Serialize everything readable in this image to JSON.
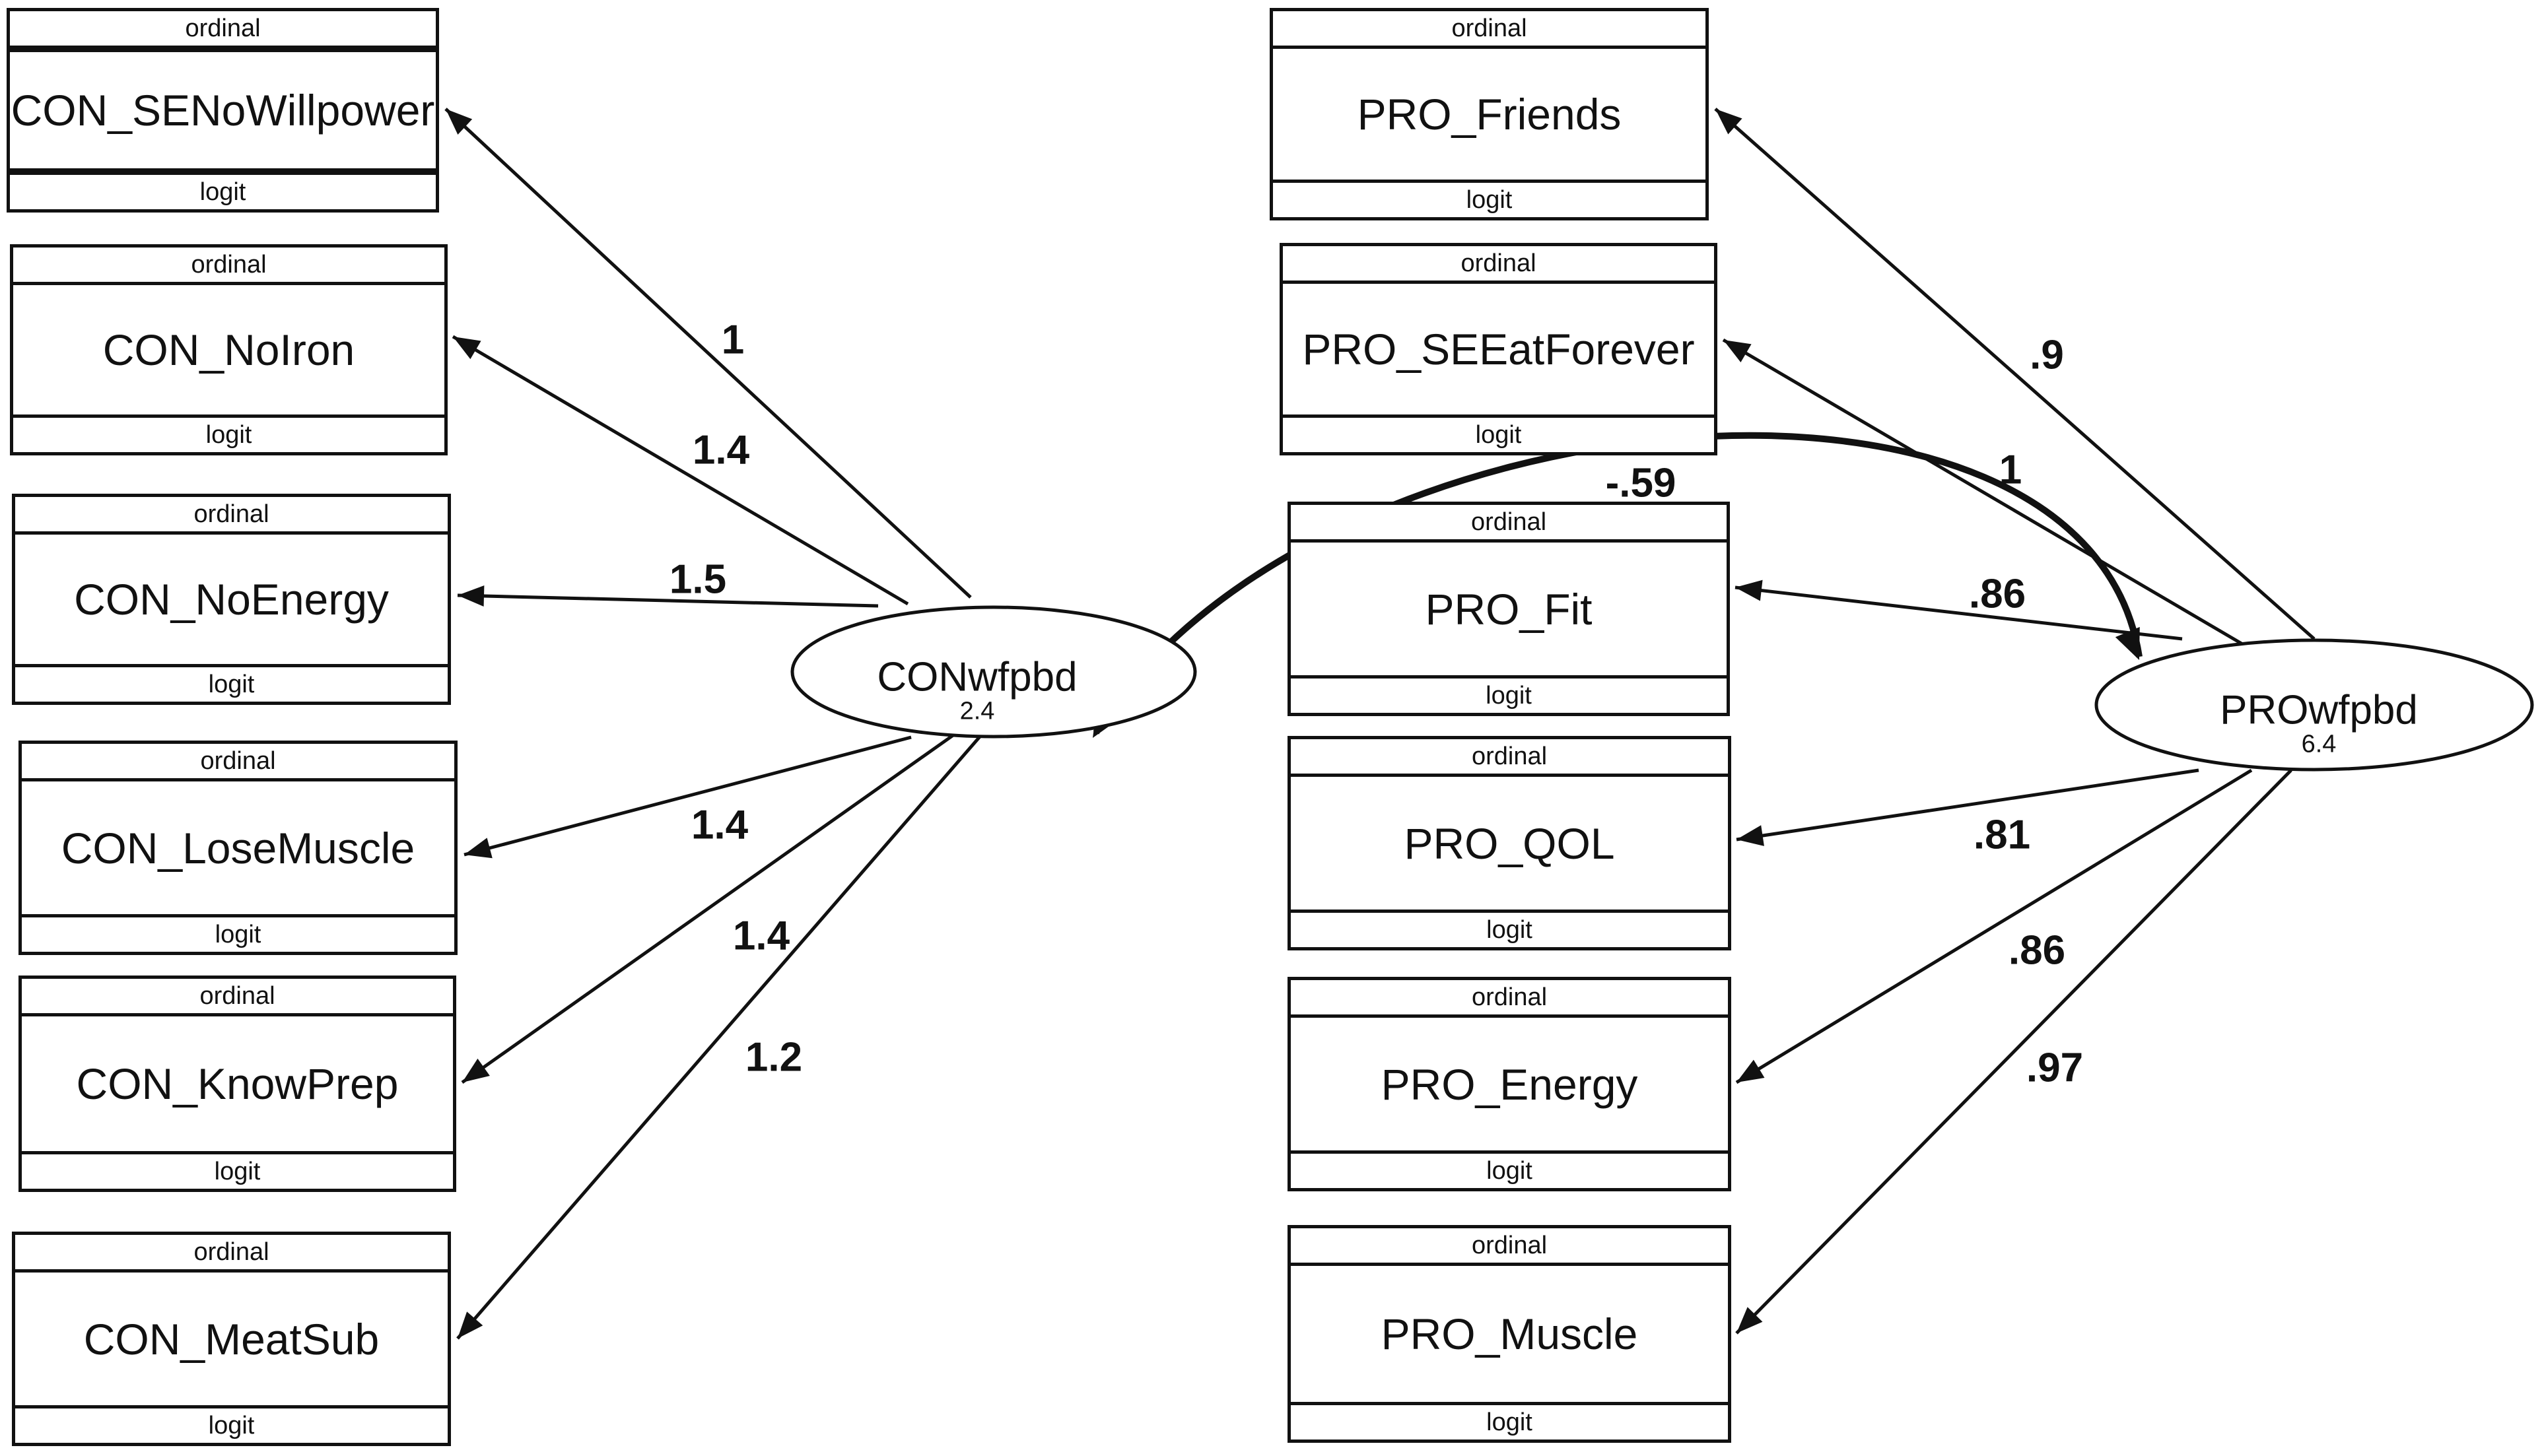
{
  "indicators": {
    "con": [
      {
        "label": "CON_SENoWillpower",
        "type": "ordinal",
        "link": "logit"
      },
      {
        "label": "CON_NoIron",
        "type": "ordinal",
        "link": "logit"
      },
      {
        "label": "CON_NoEnergy",
        "type": "ordinal",
        "link": "logit"
      },
      {
        "label": "CON_LoseMuscle",
        "type": "ordinal",
        "link": "logit"
      },
      {
        "label": "CON_KnowPrep",
        "type": "ordinal",
        "link": "logit"
      },
      {
        "label": "CON_MeatSub",
        "type": "ordinal",
        "link": "logit"
      }
    ],
    "pro": [
      {
        "label": "PRO_Friends",
        "type": "ordinal",
        "link": "logit"
      },
      {
        "label": "PRO_SEEatForever",
        "type": "ordinal",
        "link": "logit"
      },
      {
        "label": "PRO_Fit",
        "type": "ordinal",
        "link": "logit"
      },
      {
        "label": "PRO_QOL",
        "type": "ordinal",
        "link": "logit"
      },
      {
        "label": "PRO_Energy",
        "type": "ordinal",
        "link": "logit"
      },
      {
        "label": "PRO_Muscle",
        "type": "ordinal",
        "link": "logit"
      }
    ]
  },
  "latents": {
    "con": {
      "name": "CONwfpbd",
      "variance": "2.4"
    },
    "pro": {
      "name": "PROwfpbd",
      "variance": "6.4"
    }
  },
  "loadings": {
    "con": [
      "1",
      "1.4",
      "1.5",
      "1.4",
      "1.4",
      "1.2"
    ],
    "pro": [
      ".9",
      "1",
      ".86",
      ".81",
      ".86",
      ".97"
    ]
  },
  "covariance": "-.59"
}
